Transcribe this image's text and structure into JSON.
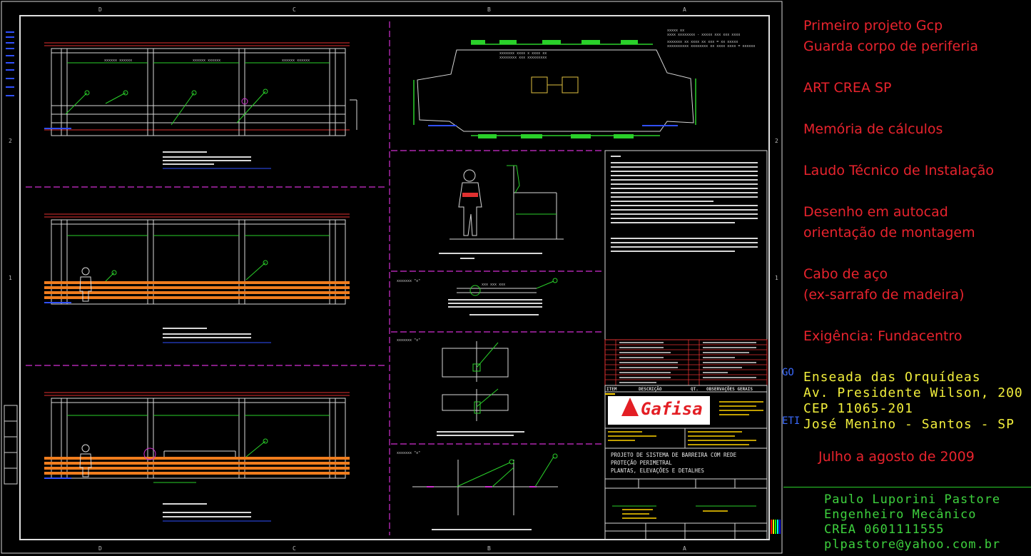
{
  "side_notes": {
    "items": [
      "Primeiro projeto Gcp",
      "Guarda corpo de periferia",
      "ART CREA SP",
      "Memória de cálculos",
      "Laudo Técnico de Instalação",
      "Desenho em autocad",
      "orientação de montagem",
      "Cabo de aço",
      "(ex-sarrafo de madeira)",
      "Exigência: Fundacentro"
    ],
    "date": "Julho a agosto de 2009"
  },
  "address": {
    "lines": [
      "Enseada das Orquídeas",
      "Av. Presidente Wilson, 200",
      "CEP 11065-201",
      "José Menino - Santos - SP"
    ]
  },
  "engineer": {
    "lines": [
      "Paulo Luporini Pastore",
      "Engenheiro Mecânico",
      "CREA 0601111555",
      "plpastore@yahoo.com.br"
    ]
  },
  "edge_fragments": [
    "GO",
    "ETI"
  ],
  "drawing": {
    "grid_letters": [
      "D",
      "C",
      "B",
      "A"
    ],
    "grid_numbers": [
      "2",
      "1"
    ],
    "logo": "Gafisa",
    "table_headers": [
      "ITEM",
      "DESCRIÇÃO",
      "QT.",
      "OBSERVAÇÕES GERAIS"
    ],
    "title_lines": [
      "PROJETO DE SISTEMA DE BARREIRA COM REDE",
      "PROTEÇÃO PERIMETRAL",
      "PLANTAS, ELEVAÇÕES E DETALHES"
    ]
  },
  "colors": {
    "side_red": "#e8232d",
    "side_yellow": "#f2ef3c",
    "side_green": "#3ed23e",
    "cad_orange": "#f07d1e",
    "cad_magenta": "#d12fd1"
  }
}
